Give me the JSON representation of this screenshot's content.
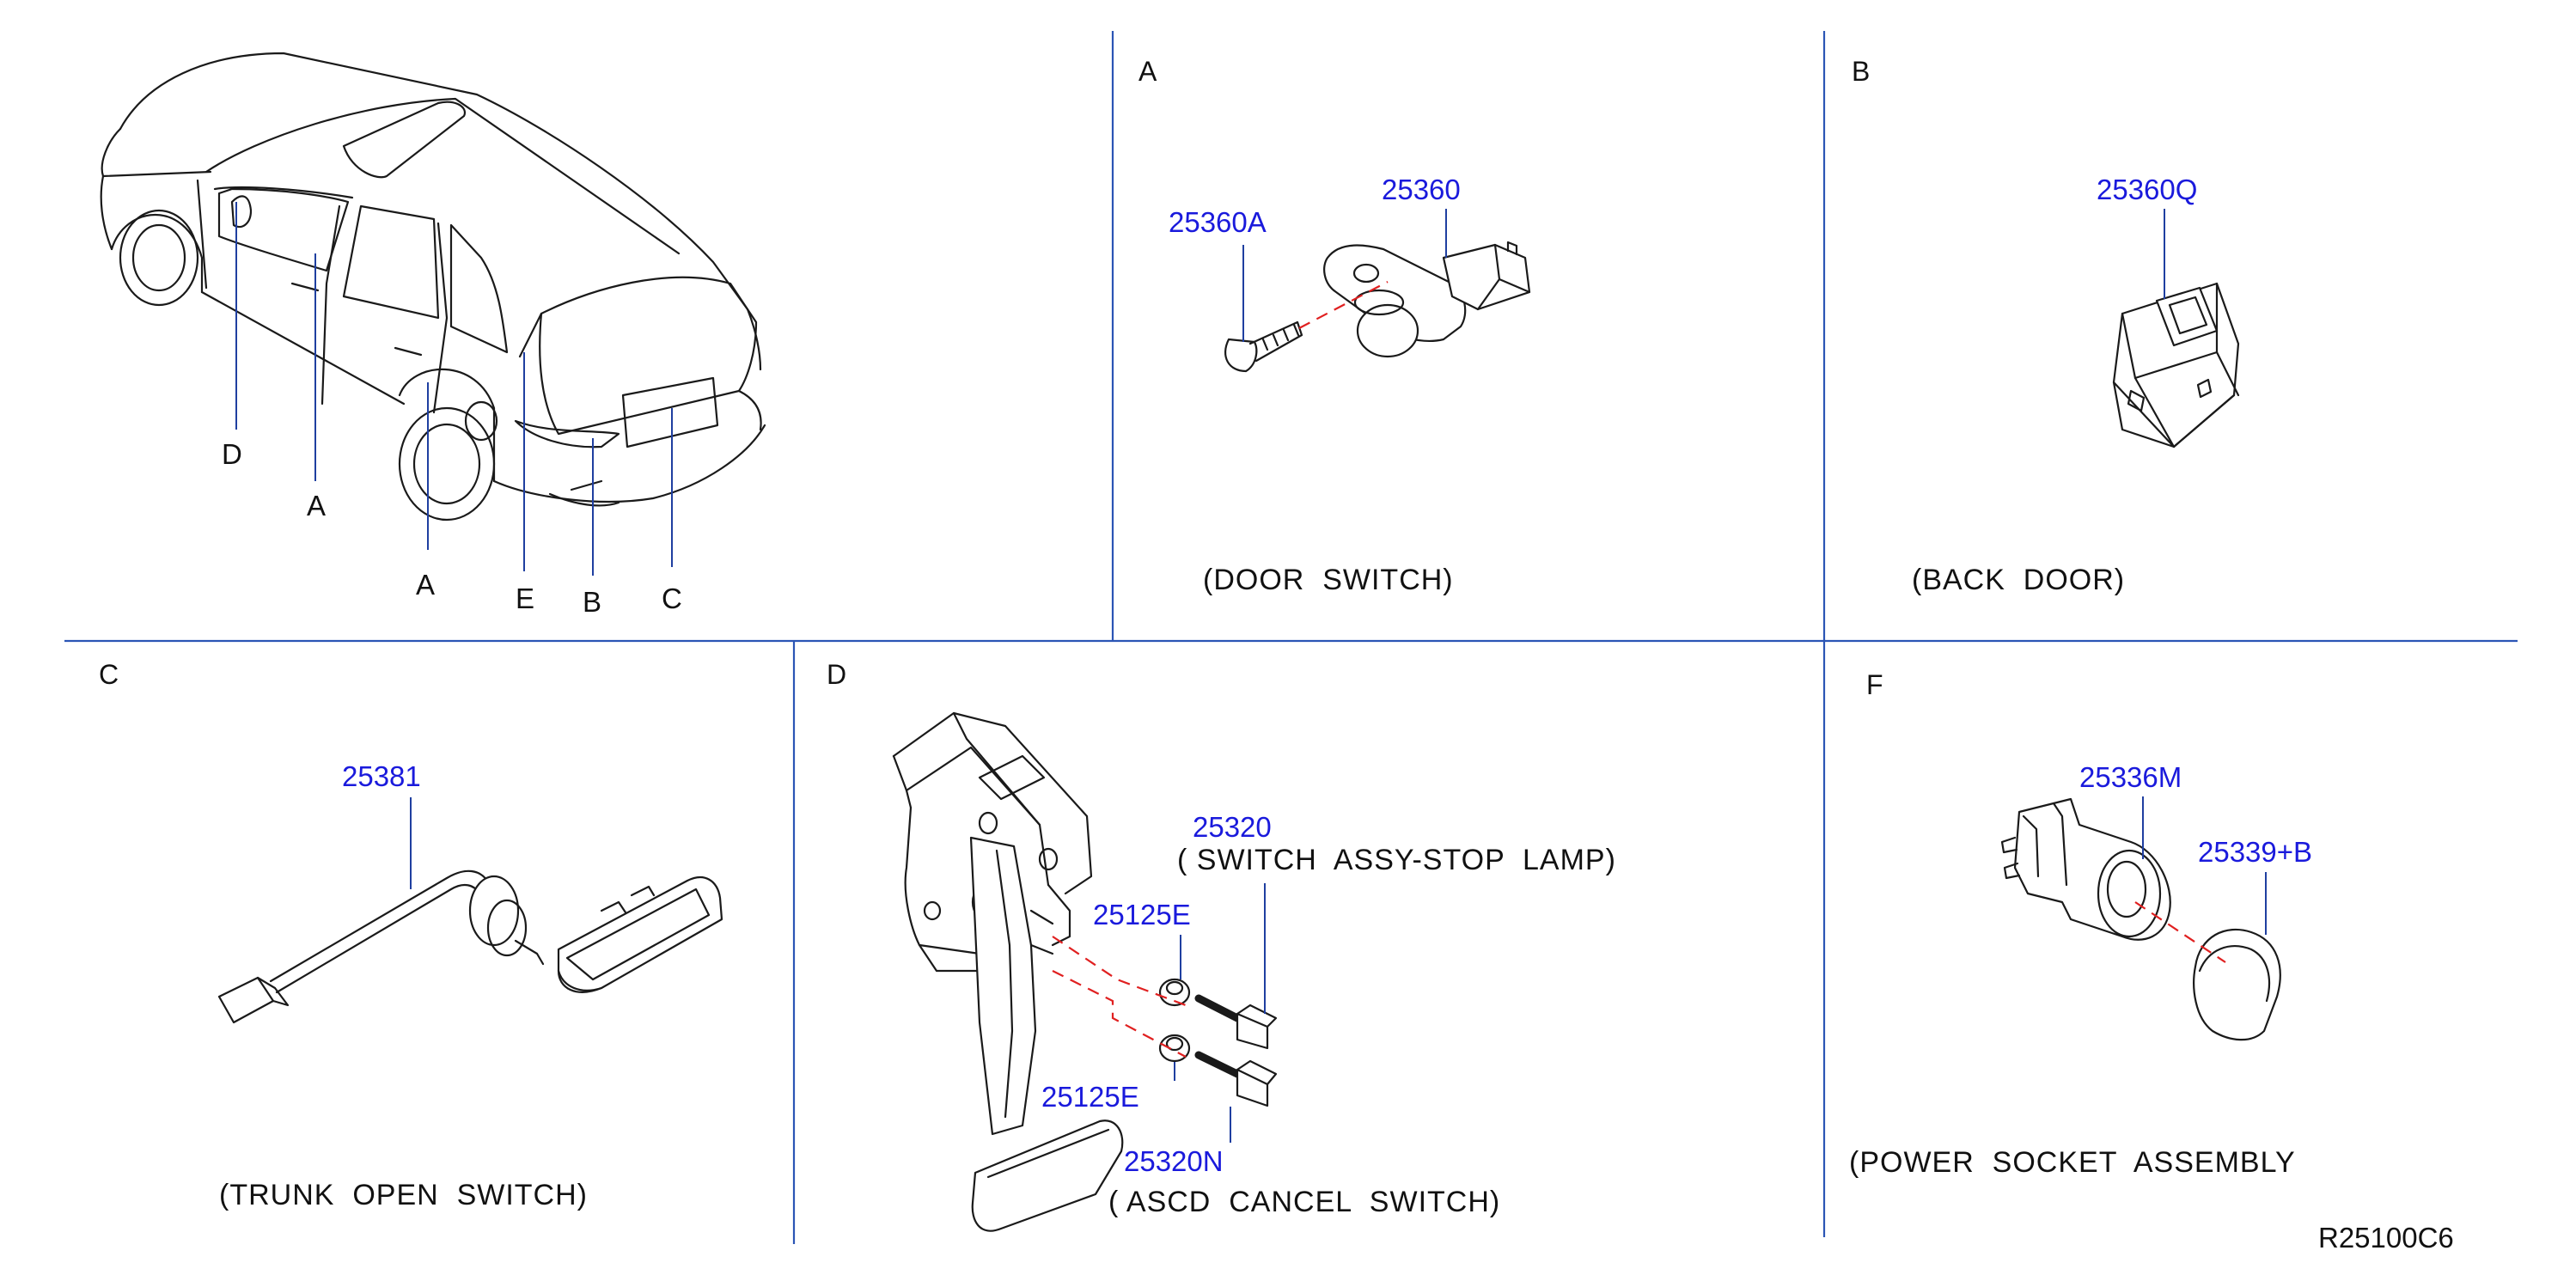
{
  "diagram_code": "R25100C6",
  "colors": {
    "part_number": "#1a1adc",
    "divider": "#2b55b5",
    "leader": "#1f3fa0",
    "dash_line": "#e02020"
  },
  "vehicle": {
    "callouts": {
      "d": "D",
      "a_front": "A",
      "a_rear": "A",
      "e": "E",
      "b": "B",
      "c": "C"
    }
  },
  "section_a": {
    "letter": "A",
    "parts": {
      "screw": "25360A",
      "switch": "25360"
    },
    "caption": "(DOOR  SWITCH)"
  },
  "section_b": {
    "letter": "B",
    "parts": {
      "switch": "25360Q"
    },
    "caption": "(BACK  DOOR)"
  },
  "section_c": {
    "letter": "C",
    "parts": {
      "switch": "25381"
    },
    "caption": "(TRUNK  OPEN  SWITCH)"
  },
  "section_d": {
    "letter": "D",
    "parts": {
      "stop_lamp": "25320",
      "stop_lamp_desc": "( SWITCH  ASSY-STOP  LAMP)",
      "clip_upper": "25125E",
      "clip_lower": "25125E",
      "ascd": "25320N"
    },
    "caption": "( ASCD  CANCEL  SWITCH)"
  },
  "section_f": {
    "letter": "F",
    "parts": {
      "socket": "25336M",
      "cap": "25339+B"
    },
    "caption": "(POWER  SOCKET  ASSEMBLY"
  }
}
